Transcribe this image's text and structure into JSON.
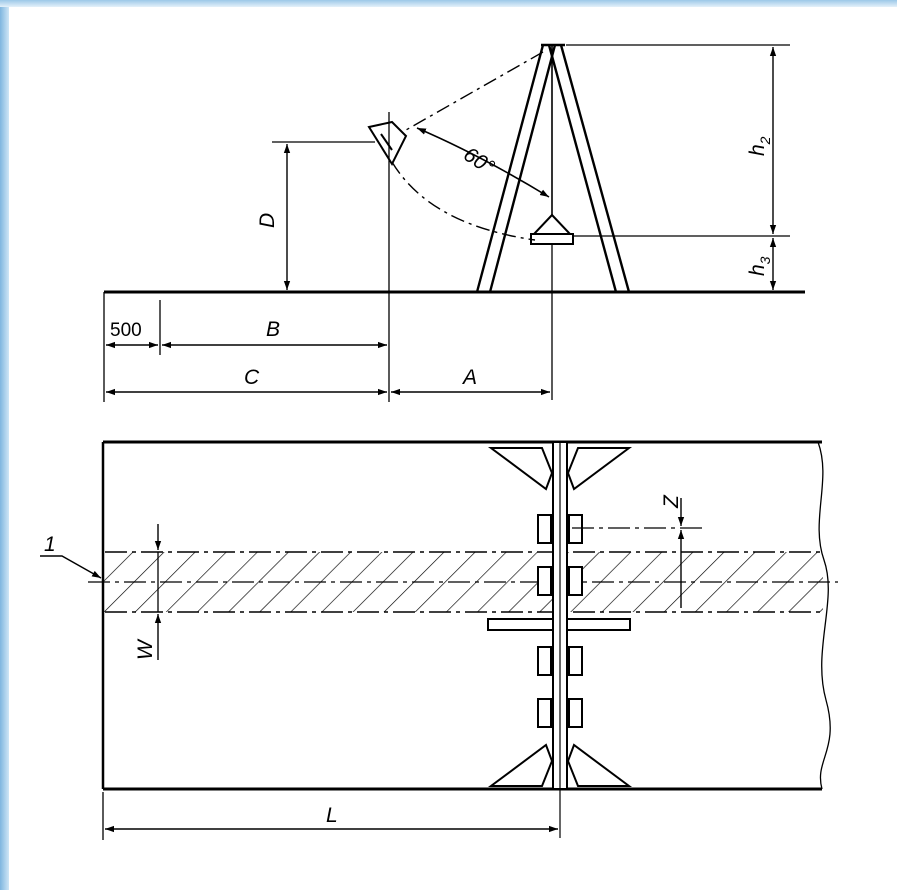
{
  "labels": {
    "d": "D",
    "angle": "60°",
    "h2_base": "h",
    "h2_sub": "2",
    "h3_base": "h",
    "h3_sub": "3",
    "offset": "500",
    "b": "B",
    "c": "C",
    "a": "A",
    "z": "Z",
    "w": "W",
    "l": "L",
    "callout": "1"
  },
  "colors": {
    "line": "#000000",
    "frame": "#8ec1e6"
  }
}
